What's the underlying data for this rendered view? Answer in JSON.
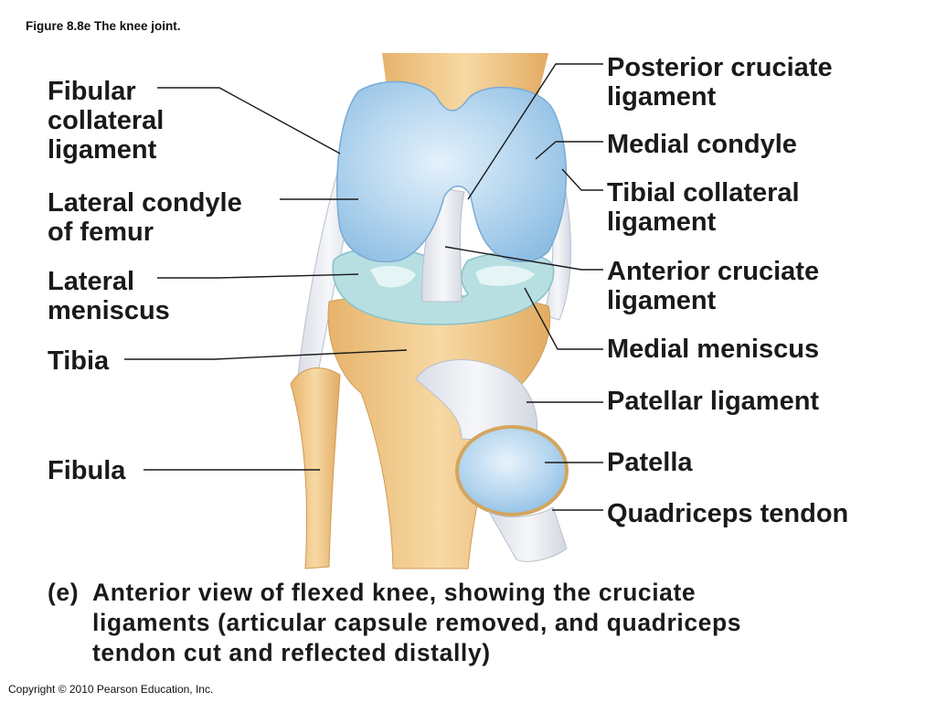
{
  "figure_title": "Figure 8.8e  The knee joint.",
  "copyright": "Copyright © 2010 Pearson Education, Inc.",
  "caption": {
    "tag": "(e)",
    "text": "Anterior view of flexed knee, showing the cruciate\nligaments (articular capsule removed, and quadriceps\ntendon cut and reflected distally)"
  },
  "labels": {
    "fibular_collateral": "Fibular\ncollateral\nligament",
    "lateral_condyle": "Lateral condyle\nof femur",
    "lateral_meniscus": "Lateral\nmeniscus",
    "tibia": "Tibia",
    "fibula": "Fibula",
    "posterior_cruciate": "Posterior cruciate\nligament",
    "medial_condyle": "Medial condyle",
    "tibial_collateral": "Tibial collateral\nligament",
    "anterior_cruciate": "Anterior cruciate\nligament",
    "medial_meniscus": "Medial meniscus",
    "patellar_ligament": "Patellar ligament",
    "patella": "Patella",
    "quadriceps_tendon": "Quadriceps tendon"
  },
  "colors": {
    "bone": "#f2c98a",
    "bone_dark": "#d9a35a",
    "cartilage": "#a9cdeb",
    "cartilage_light": "#d4e8f6",
    "meniscus": "#b9e0e4",
    "ligament": "#eef0f4",
    "leader": "#1a1a1a"
  }
}
